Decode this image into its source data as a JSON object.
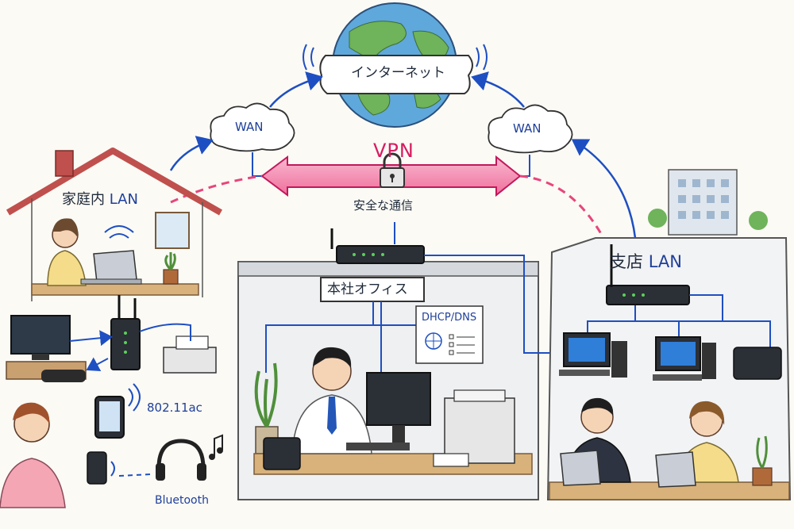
{
  "title": "",
  "internet": {
    "label": "インターネット"
  },
  "wan": {
    "left": "WAN",
    "right": "WAN"
  },
  "vpn": {
    "label": "VPN",
    "caption": "安全な通信"
  },
  "home": {
    "label_prefix": "家庭内",
    "label_suffix": "LAN",
    "wifi_standard": "802.11ac",
    "bluetooth": "Bluetooth"
  },
  "hq": {
    "label": "本社オフィス",
    "server_panel": "DHCP/DNS"
  },
  "branch": {
    "label_prefix": "支店",
    "label_suffix": "LAN"
  },
  "colors": {
    "link_blue": "#1e4fc2",
    "vpn_pink": "#e8457c",
    "globe_sea": "#5fa8dc",
    "globe_land": "#6fb35a",
    "roof_red": "#c0504d"
  }
}
